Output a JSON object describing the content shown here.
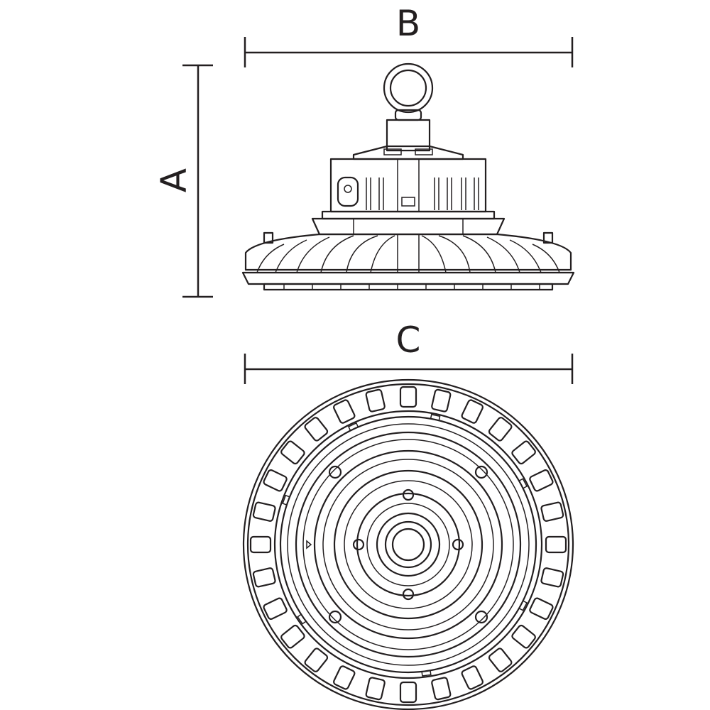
{
  "dimensions": {
    "height_label": "A",
    "width_label": "B",
    "diameter_label": "C"
  },
  "colors": {
    "line": "#231f20",
    "background": "#ffffff"
  }
}
